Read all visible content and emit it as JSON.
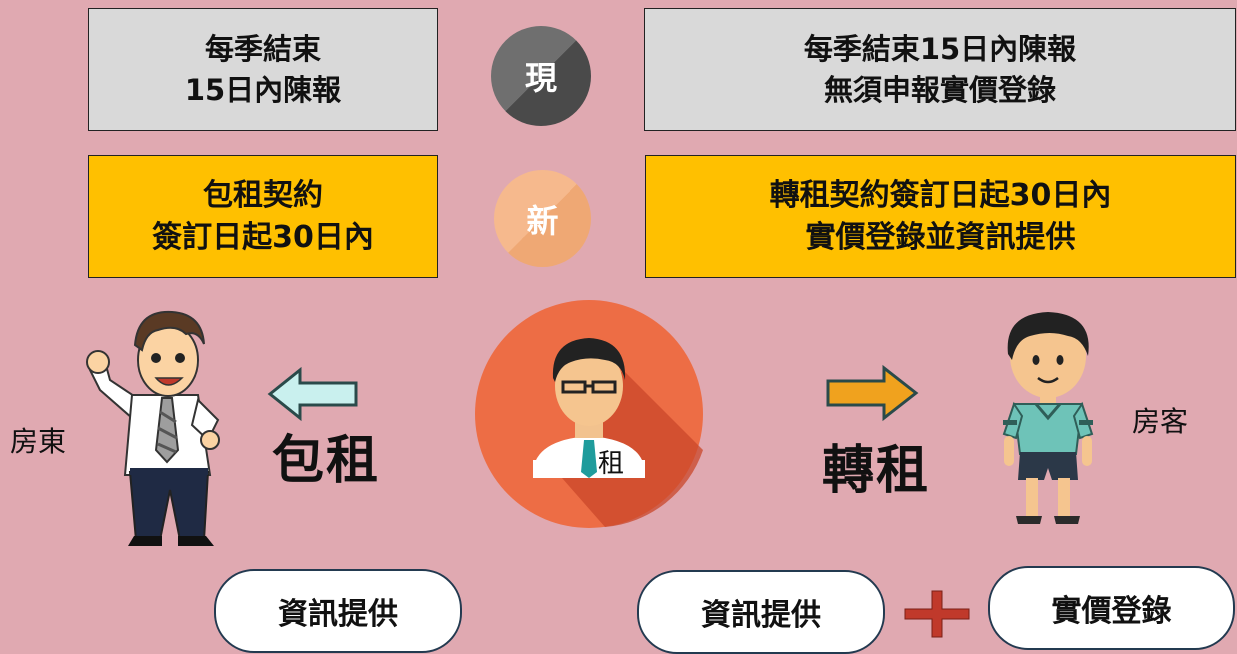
{
  "current": {
    "badge": "現",
    "left_lines": [
      "每季結束",
      "15日內陳報"
    ],
    "right_lines": [
      "每季結束15日內陳報",
      "無須申報實價登錄"
    ]
  },
  "new": {
    "badge": "新",
    "left_lines": [
      "包租契約",
      "簽訂日起30日內"
    ],
    "right_lines": [
      "轉租契約簽訂日起30日內",
      "實價登錄並資訊提供"
    ]
  },
  "people": {
    "landlord_label": "房東",
    "tenant_label": "房客",
    "agent_tag": "租"
  },
  "arrows": {
    "left_label": "包租",
    "right_label": "轉租"
  },
  "actions": {
    "left_info": "資訊提供",
    "right_info": "資訊提供",
    "registration": "實價登錄"
  },
  "colors": {
    "grey_box": "#d9d9d9",
    "yellow_box": "#ffc000",
    "current_badge": "#5b5b5b",
    "new_badge": "#f4b183",
    "agent_circle": "#ed6d45",
    "left_arrow": "#c9f0ee",
    "right_arrow": "#f0a21e",
    "plus": "#c0392b"
  }
}
